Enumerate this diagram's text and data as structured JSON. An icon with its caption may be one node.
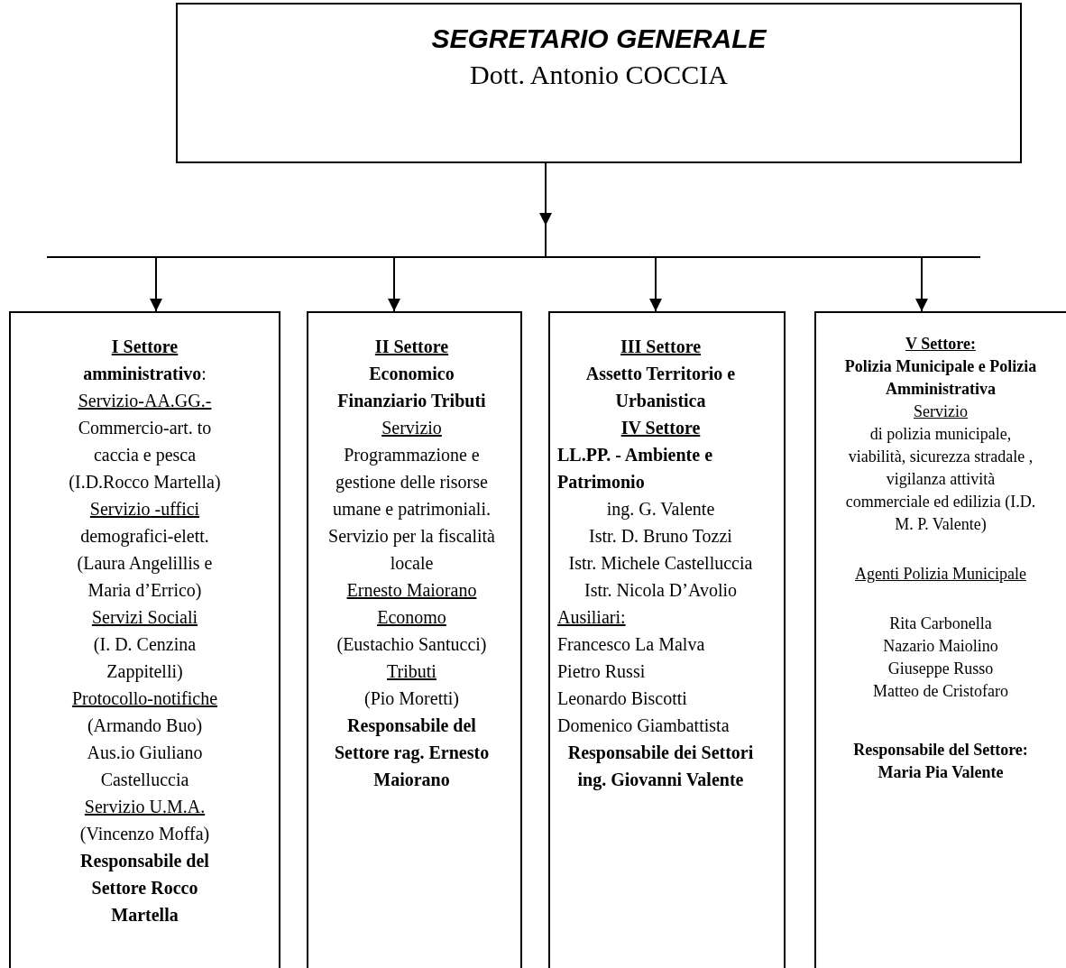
{
  "diagram": {
    "nodes": [
      {
        "text": [
          "SEGRETARIO GENERALE",
          "Dott. Antonio COCCIA"
        ]
      },
      {
        "text": [
          "I Settore",
          "**amministrativo**:",
          "Servizio-AA.GG.-",
          "Commercio-art. to caccia e pesca (I.D.Rocco Martella)",
          "Servizio -uffici",
          "demografici-elett. (Laura Angelillis e Maria d’Errico)",
          "Servizi Sociali",
          "(I. D. Cenzina Zappitelli)",
          "Protocollo-notifiche",
          "(Armando Buo)",
          "Aus.io Giuliano Castelluccia",
          "Servizio U.M.A.",
          "(Vincenzo Moffa)",
          "Responsabile del Settore Rocco Martella"
        ]
      },
      {
        "text": [
          "II Settore",
          "Economico Finanziario Tributi",
          "Servizio",
          "Programmazione e gestione delle risorse umane e patrimoniali. Servizio per la fiscalità locale",
          "Ernesto Maiorano",
          "Economo",
          "(Eustachio Santucci)",
          "Tributi",
          "(Pio Moretti)",
          "Responsabile del Settore rag. Ernesto Maiorano"
        ]
      },
      {
        "text": [
          "III Settore",
          "Assetto Territorio e Urbanistica",
          "IV Settore",
          "LL.PP. - Ambiente e Patrimonio",
          "ing. G. Valente",
          "Istr. D. Bruno Tozzi",
          "Istr. Michele Castelluccia",
          "Istr. Nicola D’Avolio",
          "Ausiliari:",
          "Francesco La Malva",
          "Pietro Russi",
          "Leonardo Biscotti",
          "Domenico Giambattista",
          "Responsabile dei Settori ing. Giovanni Valente"
        ]
      },
      {
        "text": [
          "V Settore:",
          "Polizia Municipale e Polizia Amministrativa",
          "Servizio",
          "di polizia municipale, viabilità, sicurezza stradale , vigilanza attività commerciale ed edilizia (I.D. M. P. Valente)",
          "Agenti Polizia Municipale",
          "Rita Carbonella",
          "Nazario Maiolino",
          "Giuseppe Russo",
          "Matteo de Cristofaro",
          "Responsabile del Settore: Maria Pia Valente"
        ]
      }
    ],
    "edges": [
      {
        "from": 0,
        "to": 1,
        "arrow": "to"
      },
      {
        "from": 0,
        "to": 2,
        "arrow": "to"
      },
      {
        "from": 0,
        "to": 3,
        "arrow": "to"
      },
      {
        "from": 0,
        "to": 4,
        "arrow": "to"
      }
    ]
  }
}
